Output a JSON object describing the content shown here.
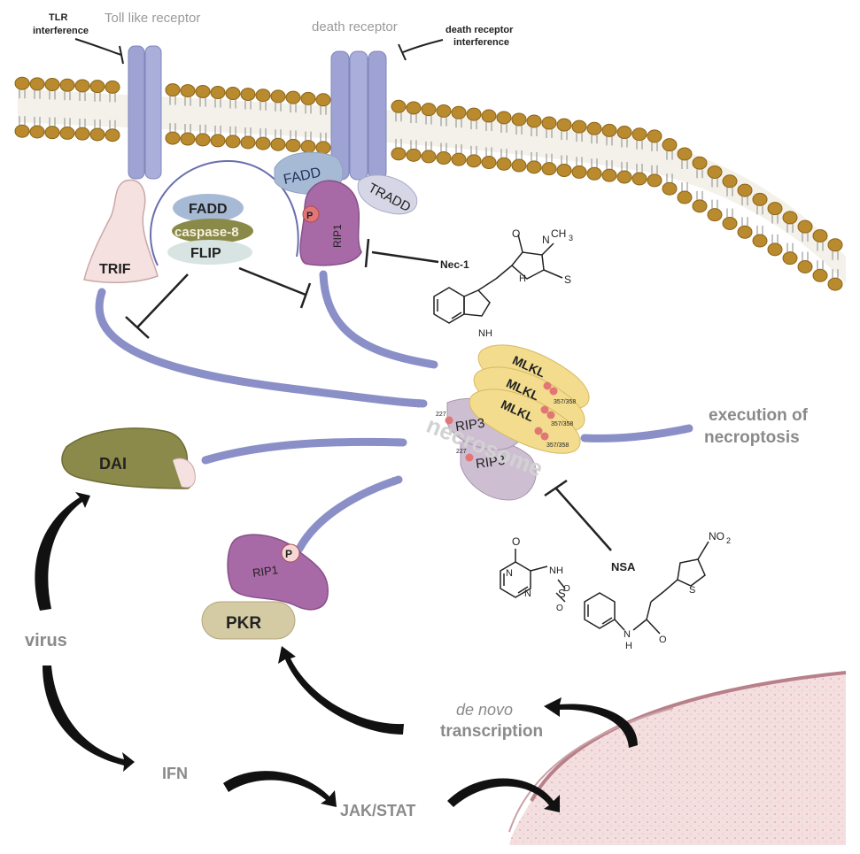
{
  "receptors": {
    "toll_like": "Toll like receptor",
    "death": "death receptor",
    "tlr_interference": [
      "TLR",
      "interference"
    ],
    "death_interference": [
      "death receptor",
      "interference"
    ]
  },
  "proteins": {
    "fadd_top": "FADD",
    "tradd": "TRADD",
    "trif": "TRIF",
    "complex_fadd": "FADD",
    "complex_casp8": "caspase-8",
    "complex_flip": "FLIP",
    "rip1_upper": "RIP1",
    "rip1_lower": "RIP1",
    "phospho": "P",
    "dai": "DAI",
    "pkr": "PKR",
    "mlkl": [
      "MLKL",
      "MLKL",
      "MLKL"
    ],
    "rip3": [
      "RIP3",
      "RIP3"
    ],
    "mlkl_site": "357/358",
    "rip3_site": "227"
  },
  "inhibitors": {
    "nec1": "Nec-1",
    "nsa": "NSA"
  },
  "chem": {
    "ch3": "CH",
    "ch3_sub": "3",
    "o": "O",
    "s": "S",
    "n": "N",
    "nh": "NH",
    "h": "H",
    "no2": "NO",
    "no2_sub": "2"
  },
  "labels": {
    "necrosome": "necrosome",
    "execution": [
      "execution of",
      "necroptosis"
    ],
    "virus": "virus",
    "ifn": "IFN",
    "jakstat": "JAK/STAT",
    "de_novo": "de novo",
    "transcription": "transcription"
  },
  "colors": {
    "membrane_head": "#b98a2e",
    "receptor": "#9ea3d3",
    "arrow": "#8b8fc7",
    "mlkl": "#f3dc8e",
    "rip3": "#cdbfd1",
    "rip1": "#a86aa6",
    "phospho": "#e27676",
    "dai": "#8c8a4a",
    "pkr": "#d4caa3",
    "label_gray": "#8a8a8a",
    "nucleus": "#f3dfe0"
  }
}
